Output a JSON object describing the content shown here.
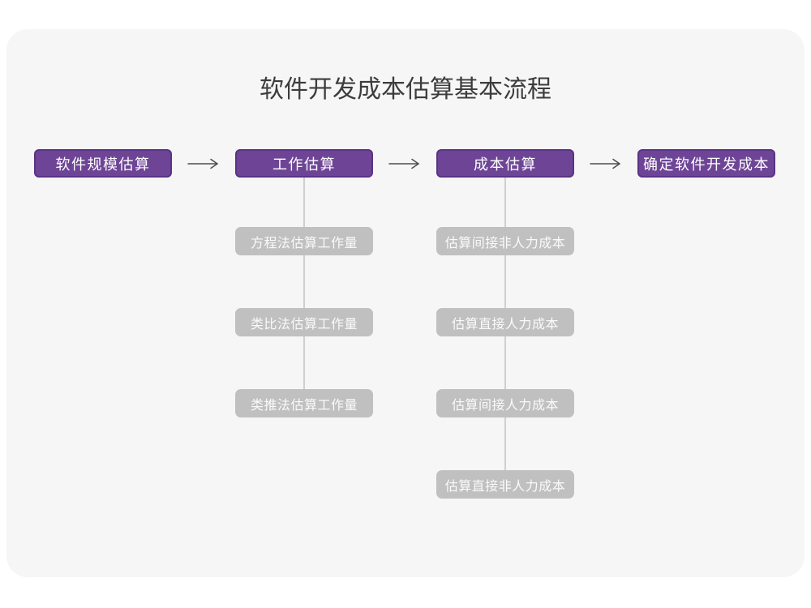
{
  "title": "软件开发成本估算基本流程",
  "colors": {
    "page_bg": "#FFFFFF",
    "card_bg": "#F6F6F6",
    "step_fill": "#6E4596",
    "step_border": "#5B3384",
    "step_text": "#FFFFFF",
    "substep_fill": "#C0C0C0",
    "substep_text": "#FAFAFA",
    "connector": "#CFCFCF",
    "arrow": "#4D4D4D",
    "title_text": "#3C3C3C"
  },
  "flow": {
    "main_steps": [
      "软件规模估算",
      "工作估算",
      "成本估算",
      "确定软件开发成本"
    ],
    "work_estimation_methods": [
      "方程法估算工作量",
      "类比法估算工作量",
      "类推法估算工作量"
    ],
    "cost_estimation_items": [
      "估算间接非人力成本",
      "估算直接人力成本",
      "估算间接人力成本",
      "估算直接非人力成本"
    ]
  }
}
